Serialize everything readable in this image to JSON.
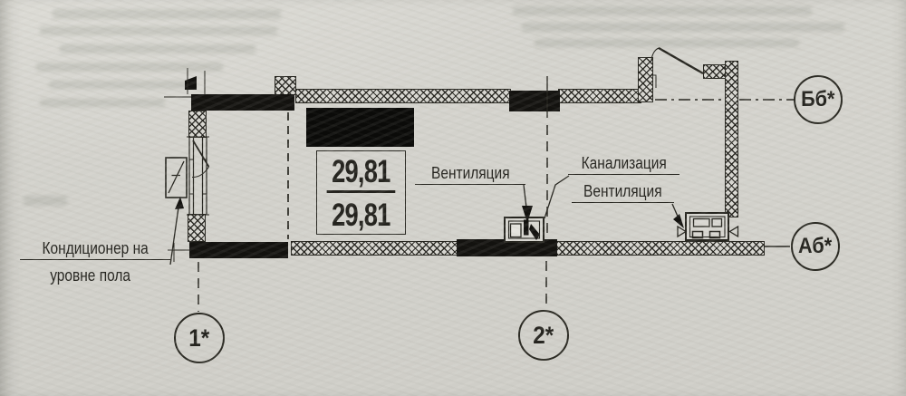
{
  "colors": {
    "paper": "#d2d1cb",
    "ink": "#24231e",
    "wall_fill": "#13120f"
  },
  "plan": {
    "area_box": {
      "top_value": "29,81",
      "bottom_value": "29,81"
    },
    "labels": {
      "ventilation_left": "Вентиляция",
      "sewerage": "Канализация",
      "ventilation_right": "Вентиляция",
      "air_conditioner_line1": "Кондиционер на",
      "air_conditioner_line2": "уровне пола"
    },
    "axis_markers": {
      "row_top_right": "Бб*",
      "row_bottom_right": "Аб*",
      "column_left": "1*",
      "column_center": "2*"
    }
  }
}
